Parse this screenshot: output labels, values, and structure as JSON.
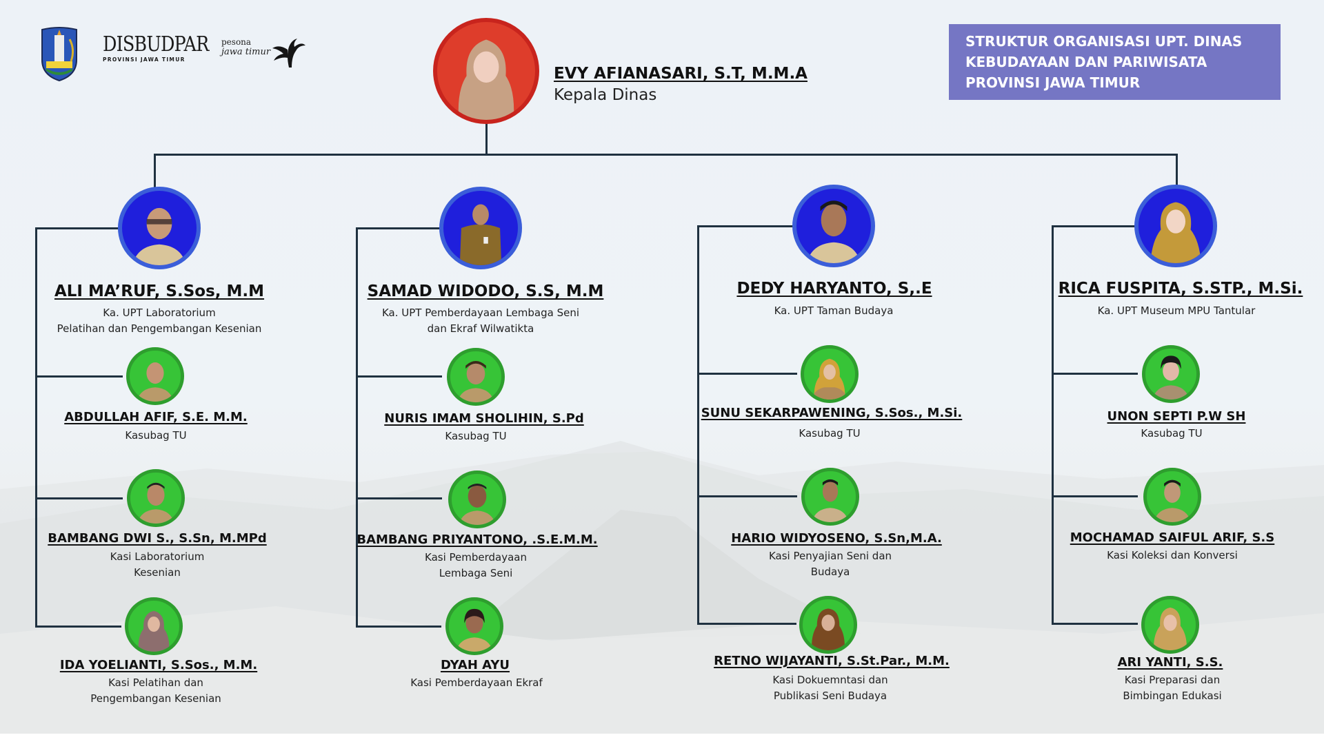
{
  "header": {
    "logos": [
      {
        "name": "jawa-timur-emblem",
        "text": ""
      },
      {
        "name": "disbudpar-logo",
        "text": "DISBUDPAR",
        "subtext": "PROVINSI JAWA TIMUR"
      },
      {
        "name": "pesona-jawa-timur-logo",
        "text": "pesona",
        "subtext": "jawa timur"
      }
    ],
    "title_lines": [
      "STRUKTUR ORGANISASI UPT. DINAS",
      "KEBUDAYAAN DAN PARIWISATA",
      "PROVINSI JAWA TIMUR"
    ]
  },
  "colors": {
    "banner": "#7576c4",
    "head_ring": "#c8241d",
    "upt_ring": "#3b5ed9",
    "staff_ring": "#2e9e2e",
    "connector": "#1f3140"
  },
  "top": {
    "name": "EVY AFIANASARI, S.T, M.M.A",
    "role": "Kepala Dinas"
  },
  "columns": [
    {
      "head": {
        "name": "ALI MA’RUF, S.Sos, M.M",
        "role_lines": [
          "Ka. UPT Laboratorium",
          "Pelatihan dan Pengembangan Kesenian"
        ]
      },
      "staff": [
        {
          "name": "ABDULLAH AFIF, S.E. M.M.",
          "role_lines": [
            "Kasubag TU"
          ]
        },
        {
          "name": "BAMBANG DWI S., S.Sn, M.MPd",
          "role_lines": [
            "Kasi Laboratorium",
            "Kesenian"
          ]
        },
        {
          "name": "IDA YOELIANTI, S.Sos., M.M.",
          "role_lines": [
            "Kasi Pelatihan dan",
            "Pengembangan Kesenian"
          ]
        }
      ]
    },
    {
      "head": {
        "name": "SAMAD WIDODO, S.S, M.M",
        "role_lines": [
          "Ka. UPT Pemberdayaan Lembaga Seni",
          "dan Ekraf Wilwatikta"
        ]
      },
      "staff": [
        {
          "name": "NURIS IMAM SHOLIHIN, S.Pd",
          "role_lines": [
            "Kasubag TU"
          ]
        },
        {
          "name": "BAMBANG PRIYANTONO, .S.E.M.M.",
          "role_lines": [
            "Kasi Pemberdayaan",
            "Lembaga Seni"
          ]
        },
        {
          "name": "DYAH AYU",
          "role_lines": [
            "Kasi Pemberdayaan Ekraf"
          ]
        }
      ]
    },
    {
      "head": {
        "name": "DEDY HARYANTO, S,.E",
        "role_lines": [
          "Ka. UPT Taman Budaya"
        ]
      },
      "staff": [
        {
          "name": "SUNU SEKARPAWENING, S.Sos., M.Si.",
          "role_lines": [
            "Kasubag TU"
          ]
        },
        {
          "name": "HARIO WIDYOSENO, S.Sn,M.A.",
          "role_lines": [
            "Kasi Penyajian Seni dan",
            "Budaya"
          ]
        },
        {
          "name": "RETNO WIJAYANTI, S.St.Par., M.M.",
          "role_lines": [
            "Kasi Dokuemntasi dan",
            "Publikasi Seni Budaya"
          ]
        }
      ]
    },
    {
      "head": {
        "name": "RICA FUSPITA, S.STP., M.Si.",
        "role_lines": [
          "Ka. UPT Museum MPU Tantular"
        ]
      },
      "staff": [
        {
          "name": "UNON SEPTI P.W  SH",
          "role_lines": [
            "Kasubag TU"
          ]
        },
        {
          "name": "MOCHAMAD SAIFUL ARIF, S.S",
          "role_lines": [
            "Kasi Koleksi dan Konversi"
          ]
        },
        {
          "name": "ARI YANTI, S.S.",
          "role_lines": [
            "Kasi Preparasi dan",
            "Bimbingan Edukasi"
          ]
        }
      ]
    }
  ]
}
